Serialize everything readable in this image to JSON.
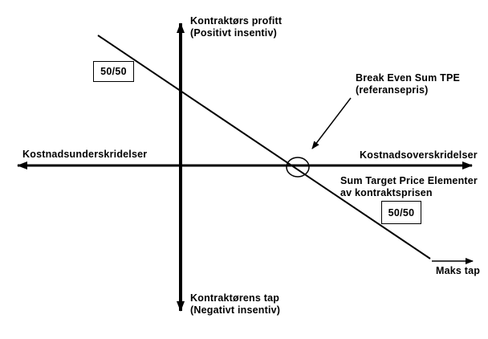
{
  "diagram": {
    "colors": {
      "background": "#ffffff",
      "line": "#000000",
      "text": "#000000"
    },
    "labels": {
      "y_axis_top_line1": "Kontraktørs profitt",
      "y_axis_top_line2": "(Positivt insentiv)",
      "y_axis_bottom_line1": "Kontraktørens tap",
      "y_axis_bottom_line2": "(Negativt insentiv)",
      "x_axis_left": "Kostnadsunderskridelser",
      "x_axis_right": "Kostnadsoverskridelser",
      "x_axis_right_sub_line1": "Sum Target Price Elementer",
      "x_axis_right_sub_line2": "av kontraktsprisen",
      "break_even_line1": "Break Even Sum TPE",
      "break_even_line2": "(referansepris)",
      "ratio_upper": "50/50",
      "ratio_lower": "50/50",
      "max_loss": "Maks tap"
    }
  }
}
